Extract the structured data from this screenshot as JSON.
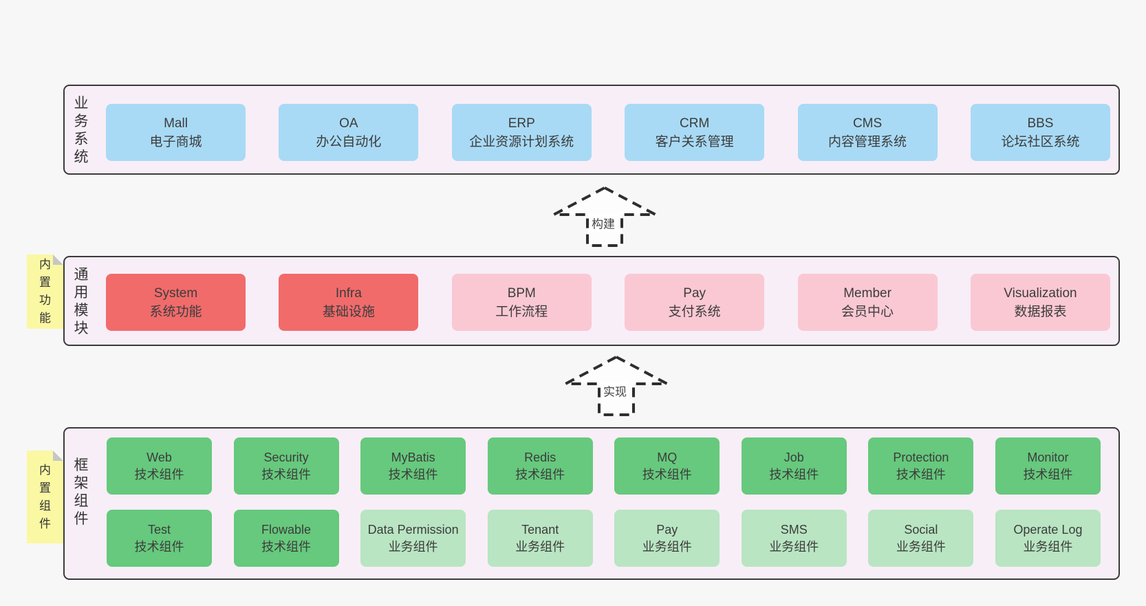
{
  "theme": {
    "page_background": "#f7f7f7",
    "layer_background": "#f8eef7",
    "layer_border": "#3a3a3a",
    "box_blue": "#a8daf5",
    "box_red": "#f16b6b",
    "box_pink": "#fac8d3",
    "box_green": "#66c97d",
    "box_lightgreen": "#b9e5c2",
    "sticky_yellow": "#fbf8a3",
    "sticky_fold_gray": "#c6c6c6",
    "arrow_stroke": "#2e2e2e",
    "text_color": "#3c3c3c"
  },
  "layers": [
    {
      "label": "业务系统",
      "boxes": [
        {
          "name": "Mall",
          "sub": "电子商城"
        },
        {
          "name": "OA",
          "sub": "办公自动化"
        },
        {
          "name": "ERP",
          "sub": "企业资源计划系统"
        },
        {
          "name": "CRM",
          "sub": "客户关系管理"
        },
        {
          "name": "CMS",
          "sub": "内容管理系统"
        },
        {
          "name": "BBS",
          "sub": "论坛社区系统"
        }
      ]
    },
    {
      "label": "通用模块",
      "sticky": "内置功能",
      "boxes": [
        {
          "name": "System",
          "sub": "系统功能"
        },
        {
          "name": "Infra",
          "sub": "基础设施"
        },
        {
          "name": "BPM",
          "sub": "工作流程"
        },
        {
          "name": "Pay",
          "sub": "支付系统"
        },
        {
          "name": "Member",
          "sub": "会员中心"
        },
        {
          "name": "Visualization",
          "sub": "数据报表"
        }
      ]
    },
    {
      "label": "框架组件",
      "sticky": "内置组件",
      "rows": [
        [
          {
            "name": "Web",
            "sub": "技术组件"
          },
          {
            "name": "Security",
            "sub": "技术组件"
          },
          {
            "name": "MyBatis",
            "sub": "技术组件"
          },
          {
            "name": "Redis",
            "sub": "技术组件"
          },
          {
            "name": "MQ",
            "sub": "技术组件"
          },
          {
            "name": "Job",
            "sub": "技术组件"
          },
          {
            "name": "Protection",
            "sub": "技术组件"
          },
          {
            "name": "Monitor",
            "sub": "技术组件"
          }
        ],
        [
          {
            "name": "Test",
            "sub": "技术组件"
          },
          {
            "name": "Flowable",
            "sub": "技术组件"
          },
          {
            "name": "Data Permission",
            "sub": "业务组件"
          },
          {
            "name": "Tenant",
            "sub": "业务组件"
          },
          {
            "name": "Pay",
            "sub": "业务组件"
          },
          {
            "name": "SMS",
            "sub": "业务组件"
          },
          {
            "name": "Social",
            "sub": "业务组件"
          },
          {
            "name": "Operate Log",
            "sub": "业务组件"
          }
        ]
      ]
    }
  ],
  "arrows": [
    {
      "label": "构建"
    },
    {
      "label": "实现"
    }
  ]
}
